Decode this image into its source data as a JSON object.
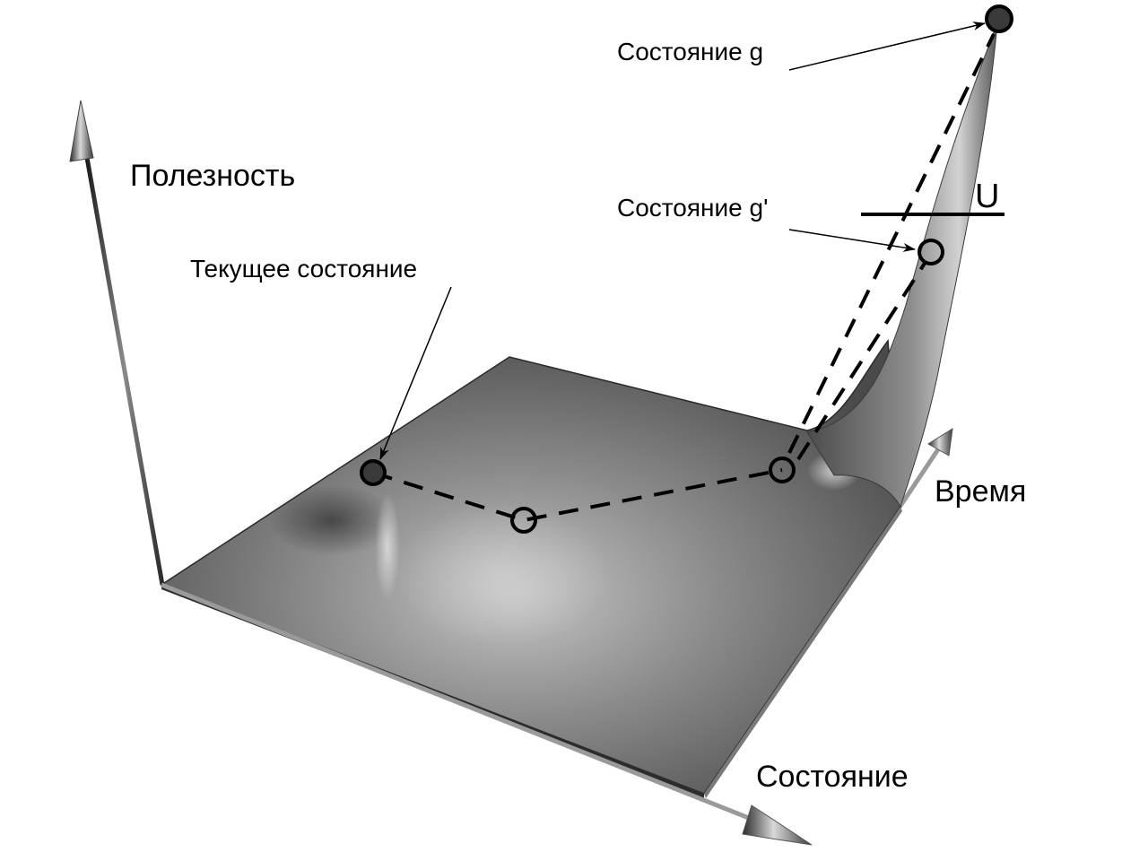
{
  "axes": {
    "utility_label": "Полезность",
    "time_label": "Время",
    "state_label": "Состояние"
  },
  "annotations": {
    "current_state": "Текущее состояние",
    "goal_state": "Состояние g",
    "subgoal_state": "Состояние g'",
    "threshold": "U"
  },
  "colors": {
    "surface_dark": "#3c3c3c",
    "surface_light": "#bdbdbd",
    "marker_filled": "#3a3a3a",
    "line": "#000000"
  }
}
